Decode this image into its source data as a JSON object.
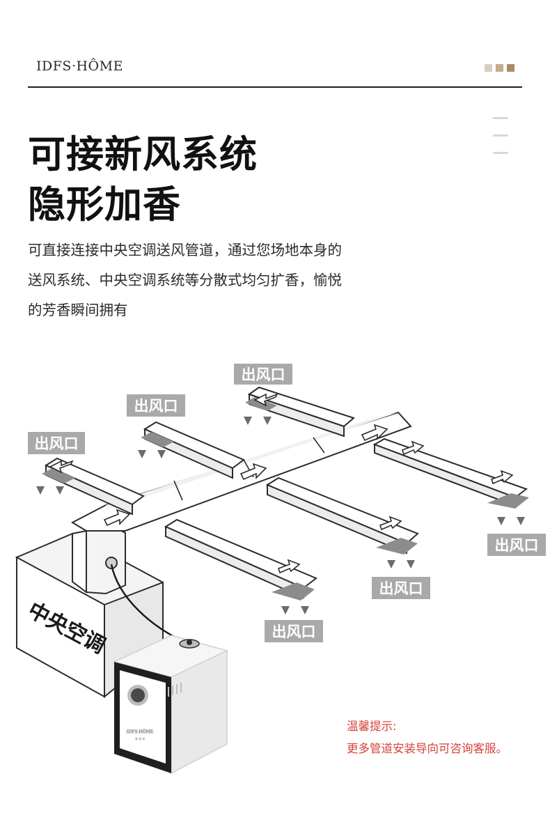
{
  "header": {
    "brand": "IDFS·HÔME",
    "square_colors": [
      "#d8cfc2",
      "#c2ad8e",
      "#a98e64"
    ]
  },
  "title": {
    "line1": "可接新风系统",
    "line2": "隐形加香"
  },
  "description": {
    "line1": "可直接连接中央空调送风管道，通过您场地本身的",
    "line2": "送风系统、中央空调系统等分散式均匀扩香，愉悦",
    "line3": "的芳香瞬间拥有"
  },
  "diagram": {
    "outlet_label": "出风口",
    "ac_unit_label": "中央空调",
    "device_brand": "IDFS·HÔME",
    "device_brand_sub": "香 氛 机"
  },
  "tip": {
    "line1": "温馨提示:",
    "line2": "更多管道安装导向可咨询客服。",
    "color": "#d6423a"
  }
}
